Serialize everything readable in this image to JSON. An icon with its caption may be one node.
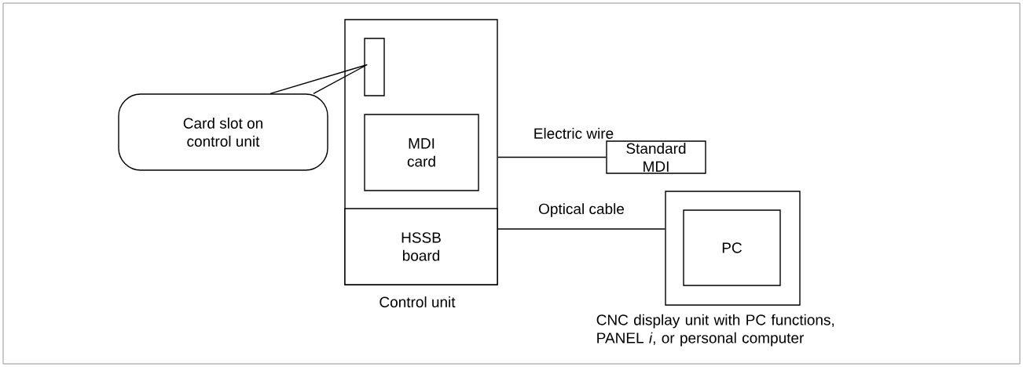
{
  "diagram": {
    "nodes": [
      {
        "text": [],
        "shape": "box",
        "beside": [
          "Control unit"
        ]
      },
      {
        "text": [],
        "shape": "box",
        "in": 0
      },
      {
        "text": [
          "MDI card"
        ],
        "in": 0
      },
      {
        "text": [
          "HSSB board"
        ],
        "in": 0
      },
      {
        "text": [
          "Card slot on control unit"
        ]
      },
      {
        "text": [
          "Standard MDI"
        ]
      },
      {
        "text": [],
        "shape": "box",
        "beside": [
          "CNC display unit with PC functions, PANEL *i*, or personal computer"
        ]
      },
      {
        "text": [
          "PC"
        ],
        "in": 6
      }
    ],
    "edges": [
      {
        "from": 4,
        "to": 1,
        "arrow": "none"
      },
      {
        "from": 0,
        "to": 5,
        "label": "Electric wire",
        "arrow": "none"
      },
      {
        "from": 3,
        "to": 6,
        "label": "Optical cable",
        "arrow": "none"
      }
    ]
  }
}
